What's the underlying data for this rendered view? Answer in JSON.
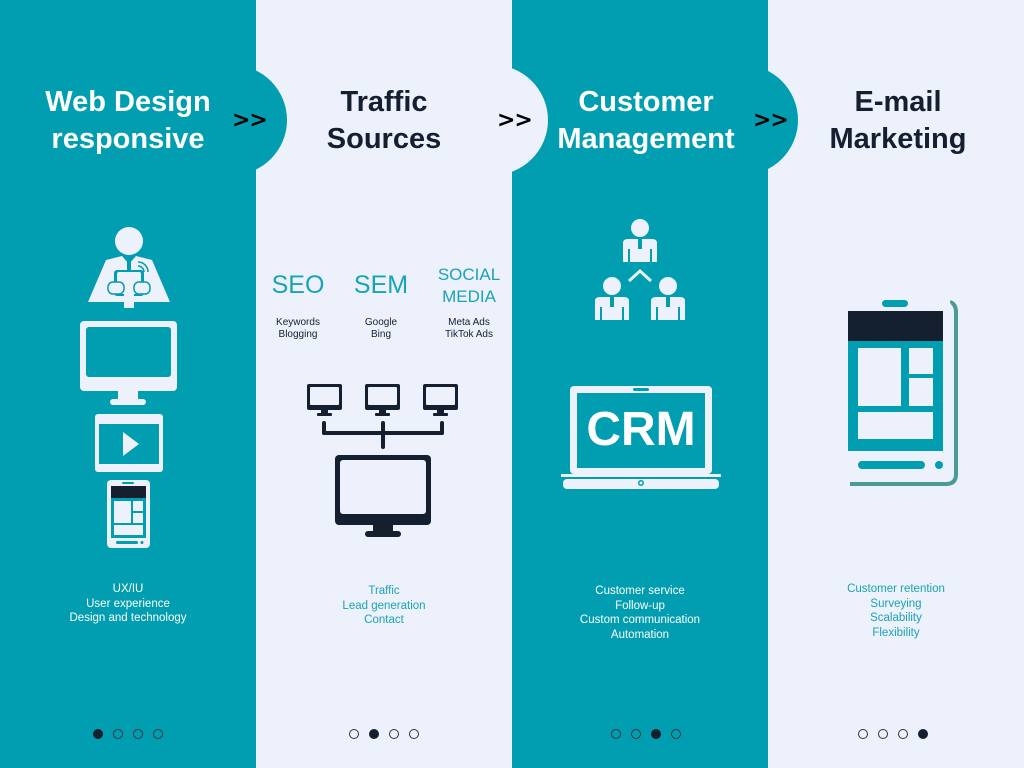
{
  "colors": {
    "teal": "#009eb0",
    "light": "#edf1fb",
    "dark": "#141f30",
    "accent_text": "#1aa3b5"
  },
  "arrow_glyph": ">>",
  "steps": [
    {
      "title_line1": "Web Design",
      "title_line2": "responsive",
      "icons": [
        "businessman-tablet-icon",
        "desktop-monitor-icon",
        "video-player-icon",
        "smartphone-icon"
      ],
      "features": [
        "UX/IU",
        "User experience",
        "Design and technology"
      ],
      "active_dot": 1
    },
    {
      "title_line1": "Traffic",
      "title_line2": "Sources",
      "channels": [
        {
          "name": "SEO",
          "items": [
            "Keywords",
            "Blogging"
          ]
        },
        {
          "name": "SEM",
          "items": [
            "Google",
            "Bing"
          ]
        },
        {
          "name_line1": "SOCIAL",
          "name_line2": "MEDIA",
          "items": [
            "Meta Ads",
            "TikTok Ads"
          ]
        }
      ],
      "icons": [
        "network-computers-icon"
      ],
      "features": [
        "Traffic",
        "Lead generation",
        "Contact"
      ],
      "active_dot": 2
    },
    {
      "title_line1": "Customer",
      "title_line2": "Management",
      "icons": [
        "team-hierarchy-icon",
        "crm-laptop-icon"
      ],
      "crm_label": "CRM",
      "features": [
        "Customer service",
        "Follow-up",
        "Custom communication",
        "Automation"
      ],
      "active_dot": 3
    },
    {
      "title_line1": "E-mail",
      "title_line2": "Marketing",
      "icons": [
        "mobile-newsletter-icon"
      ],
      "features": [
        "Customer retention",
        "Surveying",
        "Scalability",
        "Flexibility"
      ],
      "active_dot": 4
    }
  ]
}
